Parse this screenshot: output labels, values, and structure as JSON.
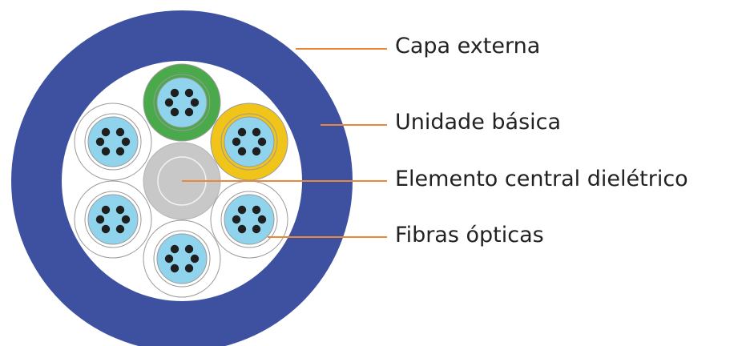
{
  "diagram": {
    "labels": {
      "outer_jacket": "Capa externa",
      "basic_unit": "Unidade básica",
      "central_member": "Elemento central dielétrico",
      "optical_fibers": "Fibras ópticas"
    },
    "colors": {
      "outer_jacket": "#3e51a0",
      "filler": "#ffffff",
      "central_member": "#c8c8c8",
      "unit_fill": "#8fd3ec",
      "unit_tube_white": "#ffffff",
      "unit_tube_green": "#4aa94a",
      "unit_tube_yellow": "#f0c419",
      "fiber": "#1f1f1f",
      "leader_line": "#e7883b",
      "outline": "#9a9a9a"
    },
    "fibers_per_unit": 6
  }
}
